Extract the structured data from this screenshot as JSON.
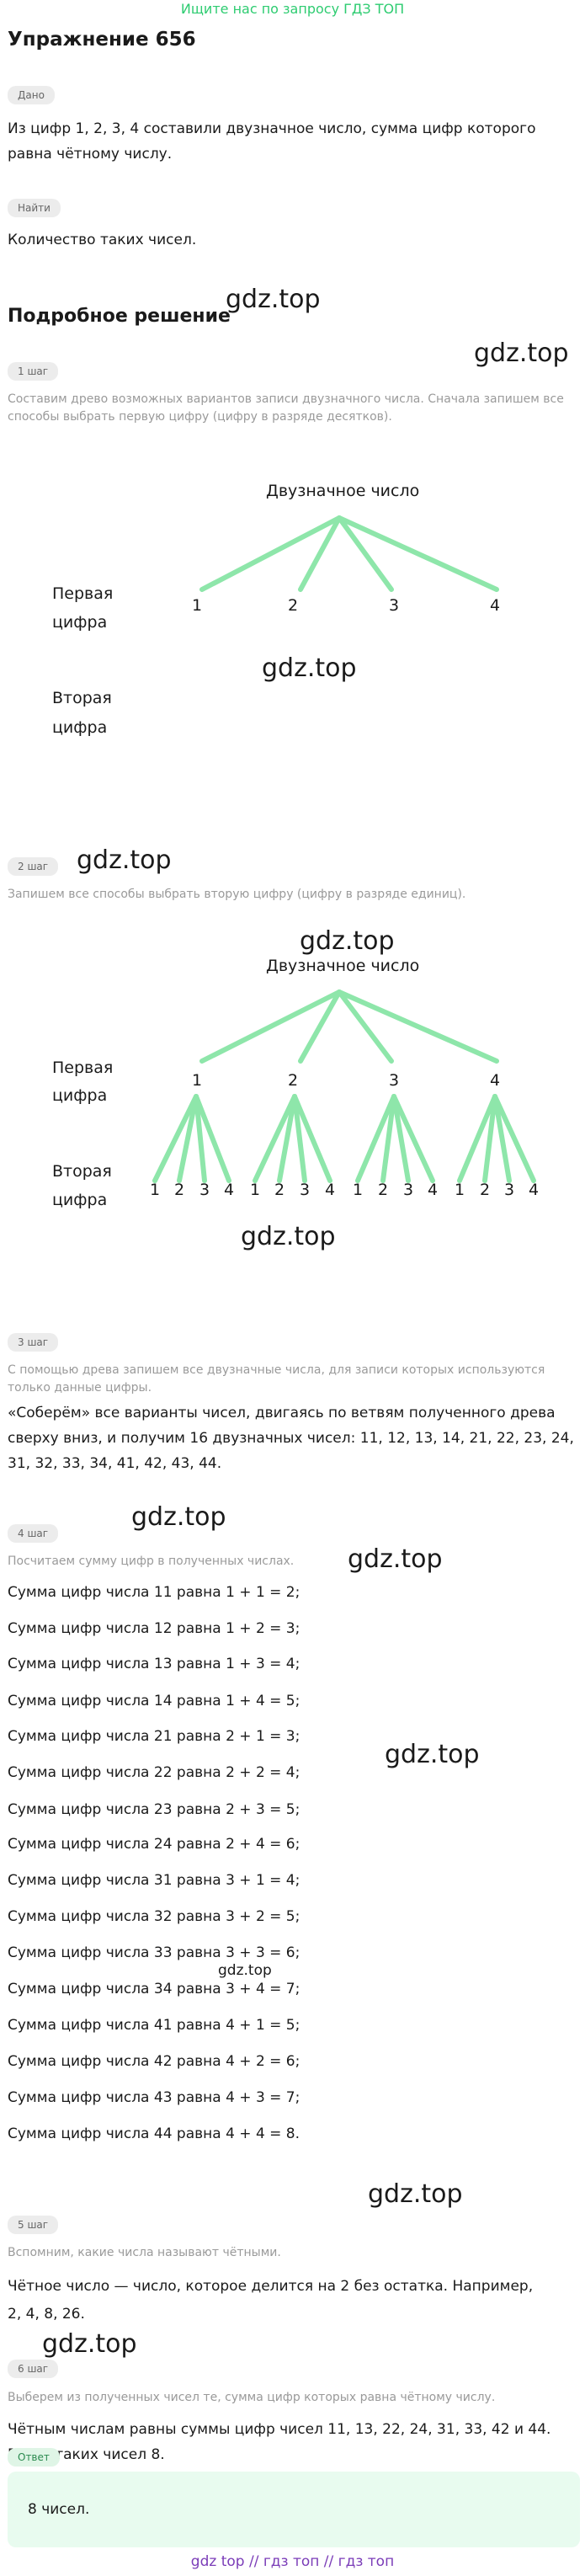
{
  "banner": "Ищите нас по запросу ГДЗ ТОП",
  "title": "Упражнение 656",
  "given_tag": "Дано",
  "given_text": "Из цифр 1, 2, 3, 4 составили двузначное число, сумма цифр которого равна чётному числу.",
  "find_tag": "Найти",
  "find_text": "Количество таких чисел.",
  "solution_title": "Подробное решение",
  "watermark": "gdz.top",
  "steps": {
    "s1_tag": "1 шаг",
    "s1_text": "Составим древо возможных вариантов записи двузначного числа. Сначала запишем все способы выбрать первую цифру (цифру в разряде десятков).",
    "s2_tag": "2 шаг",
    "s2_text": "Запишем все способы выбрать вторую цифру (цифру в разряде единиц).",
    "s3_tag": "3 шаг",
    "s3_gray": "С помощью древа запишем все двузначные числа, для записи которых используются только данные цифры.",
    "s3_text": "«Соберём» все варианты чисел, двигаясь по ветвям полученного древа сверху вниз, и получим 16 двузначных чисел: 11, 12, 13, 14, 21, 22, 23, 24, 31, 32, 33, 34, 41, 42, 43, 44.",
    "s4_tag": "4 шаг",
    "s4_gray": "Посчитаем сумму цифр в полученных числах.",
    "s5_tag": "5 шаг",
    "s5_gray": "Вспомним, какие числа называют чётными.",
    "s5_text": "Чётное число — число, которое делится на 2 без остатка. Например,",
    "s5_examples": "2,  4,  8,  26.",
    "s6_tag": "6 шаг",
    "s6_gray": "Выберем из полученных чисел те, сумма цифр которых равна чётному числу.",
    "s6_text": "Чётным числам равны суммы цифр чисел 11, 13, 22, 24, 31, 33, 42 и 44. Всего таких чисел 8."
  },
  "tree": {
    "root": "Двузначное число",
    "first_label_1": "Первая",
    "first_label_2": "цифра",
    "second_label_1": "Вторая",
    "second_label_2": "цифра",
    "digits": [
      "1",
      "2",
      "3",
      "4"
    ]
  },
  "sums": [
    "Сумма цифр числа 11 равна 1 + 1 = 2;",
    "Сумма цифр числа 12 равна 1 + 2 = 3;",
    "Сумма цифр числа 13 равна 1 + 3 = 4;",
    "Сумма цифр числа 14 равна 1 + 4 = 5;",
    "Сумма цифр числа 21 равна 2 + 1 = 3;",
    "Сумма цифр числа 22 равна 2 + 2 = 4;",
    "Сумма цифр числа 23 равна 2 + 3 = 5;",
    "Сумма цифр числа 24 равна 2 + 4 = 6;",
    "Сумма цифр числа 31 равна 3 + 1 = 4;",
    "Сумма цифр числа 32 равна 3 + 2 = 5;",
    "Сумма цифр числа 33 равна 3 + 3 = 6;",
    "Сумма цифр числа 34 равна 3 + 4 = 7;",
    "Сумма цифр числа 41 равна 4 + 1 = 5;",
    "Сумма цифр числа 42 равна 4 + 2 = 6;",
    "Сумма цифр числа 43 равна 4 + 3 = 7;",
    "Сумма цифр числа 44 равна 4 + 4 = 8."
  ],
  "answer_tag": "Ответ",
  "answer_text": "8 чисел.",
  "footer": "gdz top  //  гдз топ  //  гдз топ",
  "colors": {
    "tree_line": "#8ee6aa",
    "banner": "#2ecc71",
    "answer_bg": "#e8fbef"
  }
}
